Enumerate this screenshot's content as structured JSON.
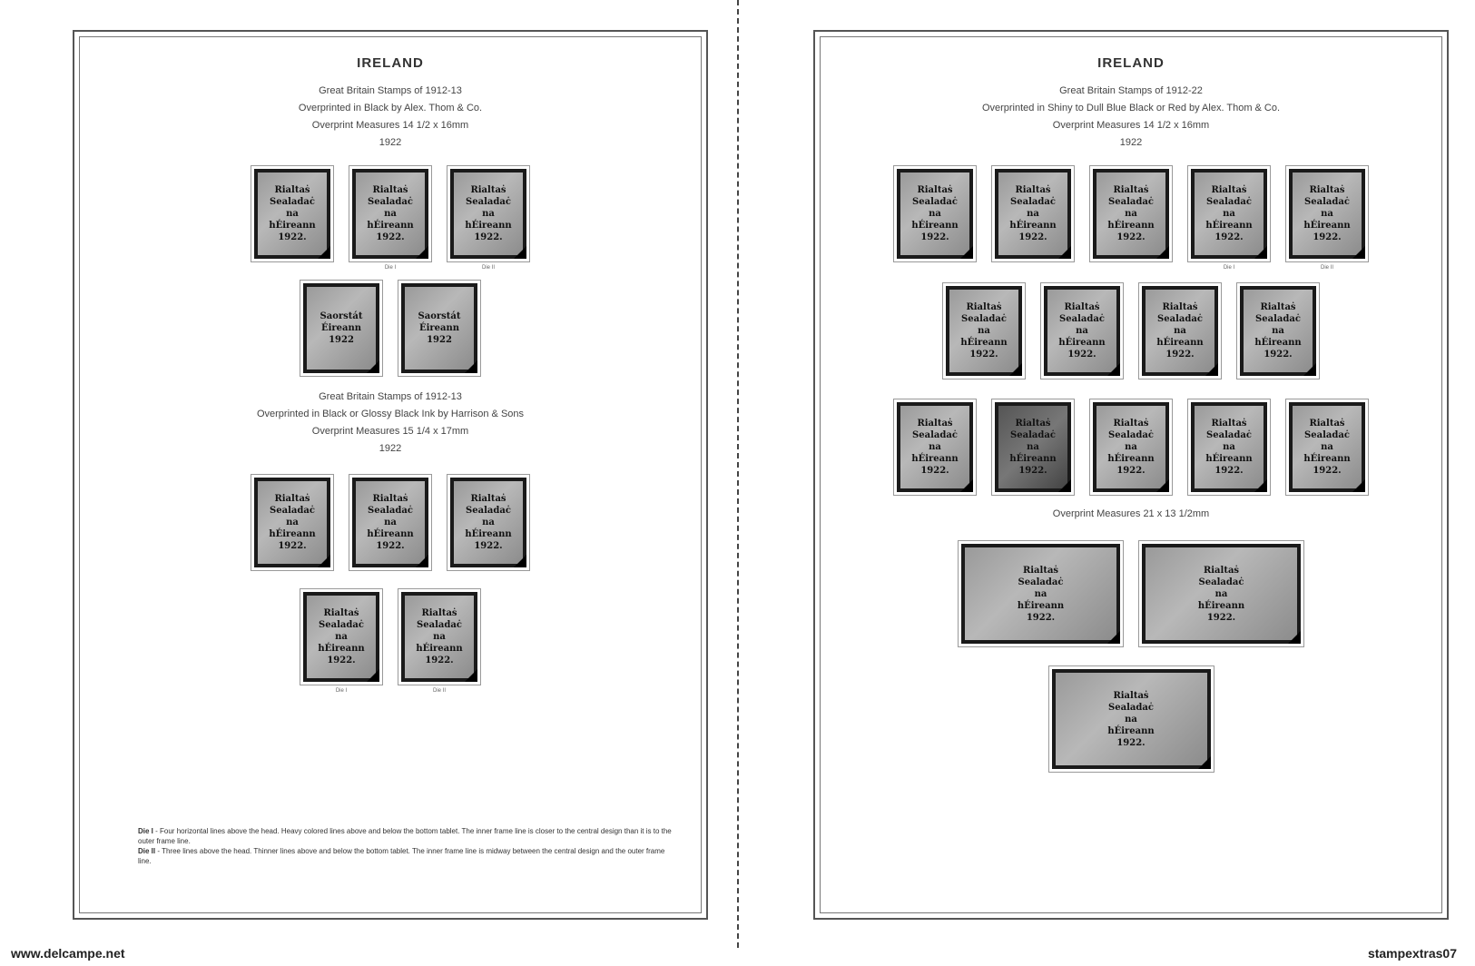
{
  "left": {
    "title": "IRELAND",
    "section1": {
      "lines": [
        "Great Britain Stamps of 1912-13",
        "Overprinted in Black by Alex. Thom & Co.",
        "Overprint Measures 14 1/2 x 16mm",
        "1922"
      ]
    },
    "row1_captions": [
      "",
      "Die I",
      "Die II"
    ],
    "section2": {
      "lines": [
        "Great Britain Stamps of 1912-13",
        "Overprinted in Black or Glossy Black Ink by Harrison & Sons",
        "Overprint Measures 15 1/4 x 17mm",
        "1922"
      ]
    },
    "row4_captions": [
      "Die I",
      "Die II"
    ],
    "note": {
      "die1_label": "Die I",
      "die1_text": " - Four horizontal lines above the head. Heavy colored lines above and below the bottom tablet. The inner frame line is closer to the central design than it is to the outer frame line.",
      "die2_label": "Die II",
      "die2_text": " - Three lines above the head. Thinner lines above and below the bottom tablet. The inner frame line is midway between the central design and the outer frame line."
    }
  },
  "right": {
    "title": "IRELAND",
    "section1": {
      "lines": [
        "Great Britain Stamps of 1912-22",
        "Overprinted in Shiny to Dull Blue Black or Red by Alex. Thom & Co.",
        "Overprint Measures 14 1/2 x 16mm",
        "1922"
      ]
    },
    "row1_captions": [
      "",
      "",
      "",
      "Die I",
      "Die II"
    ],
    "section2": {
      "lines": [
        "Overprint Measures 21 x 13 1/2mm"
      ]
    }
  },
  "overprint": {
    "line1": "Rialtaṡ",
    "line2": "Sealadaċ",
    "line3": "na",
    "line4": "hÉireann",
    "line5": "1922."
  },
  "overprint_alt": {
    "line1": "Saorstát",
    "line2": "Éireann",
    "line3": "1922"
  },
  "footer": {
    "left": "www.delcampe.net",
    "right": "stampextras07"
  }
}
